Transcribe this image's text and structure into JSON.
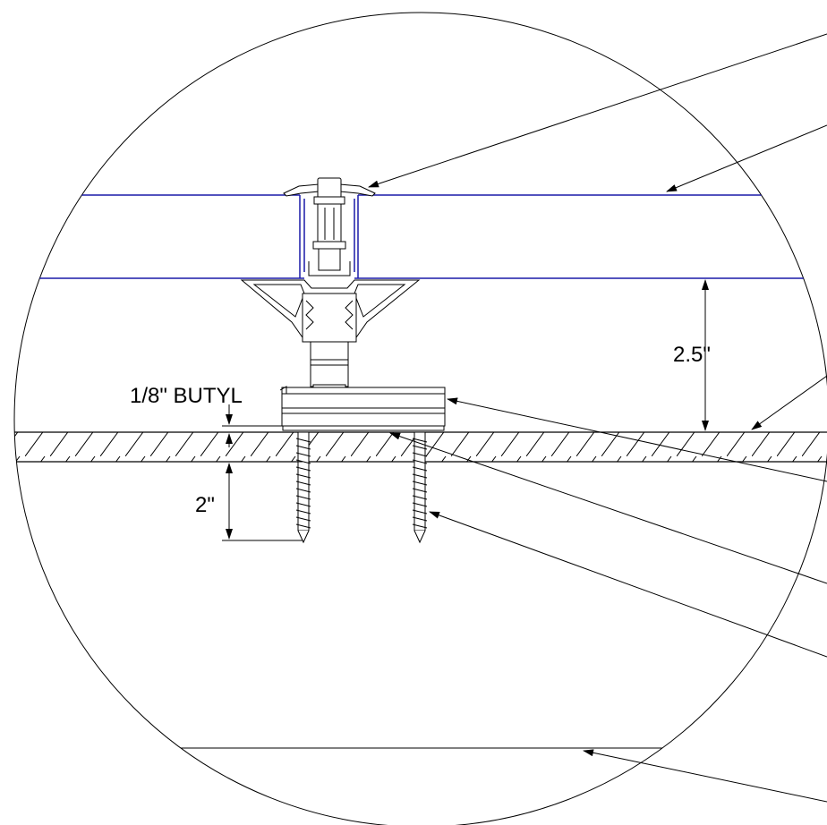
{
  "drawing": {
    "labels": {
      "butyl": "1/8\" BUTYL",
      "rail_height": "2.5\"",
      "screw_embed": "2\""
    },
    "colors": {
      "line": "#000000",
      "panel": "#1a1aa8",
      "background": "#ffffff"
    }
  }
}
